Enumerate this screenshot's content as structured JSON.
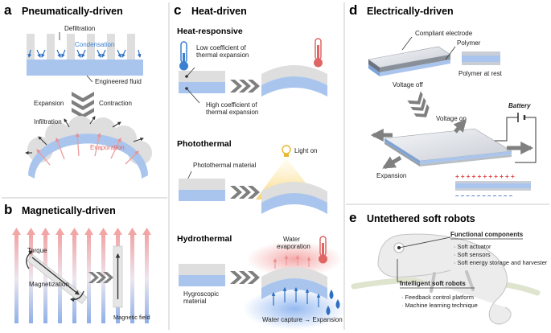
{
  "panels": {
    "a": {
      "letter": "a",
      "title": "Pneumatically-driven",
      "labels": {
        "defiltration": "Defiltration",
        "condensation": "Condensation",
        "engineered_fluid": "Engineered fluid",
        "expansion": "Expansion",
        "contraction": "Contraction",
        "infiltration": "Infiltration",
        "evaporation": "Evaporation"
      }
    },
    "b": {
      "letter": "b",
      "title": "Magnetically-driven",
      "labels": {
        "torque": "Torque",
        "magnetization": "Magnetization",
        "magnetic_field": "Magnetic field"
      }
    },
    "c": {
      "letter": "c",
      "title": "Heat-driven",
      "heat_responsive": {
        "heading": "Heat-responsive",
        "low_cte": [
          "Low coefficient of",
          "thermal expansion"
        ],
        "high_cte": [
          "High coefficient of",
          "thermal expansion"
        ]
      },
      "photothermal": {
        "heading": "Photothermal",
        "light_on": "Light on",
        "material": "Photothermal material"
      },
      "hydrothermal": {
        "heading": "Hydrothermal",
        "water_evaporation": [
          "Water",
          "evaporation"
        ],
        "hygroscopic": [
          "Hygroscopic",
          "material"
        ],
        "water_capture": "Water capture → Expansion"
      }
    },
    "d": {
      "letter": "d",
      "title": "Electrically-driven",
      "labels": {
        "compliant_electrode": "Compliant electrode",
        "polymer": "Polymer",
        "polymer_at_rest": "Polymer at rest",
        "voltage_off": "Voltage off",
        "voltage_on": "Voltage on",
        "battery": "Battery",
        "expansion": "Expansion"
      },
      "charges": {
        "positive": "+ + + + + + + + + + +",
        "negative": "– – – – – – – – – – –"
      }
    },
    "e": {
      "letter": "e",
      "title": "Untethered soft robots",
      "functional": {
        "heading": "Functional components",
        "items": [
          "Soft actuator",
          "Soft sensors",
          "Soft energy storage and harvester"
        ]
      },
      "intelligent": {
        "heading": "Intelligent soft robots",
        "items": [
          "Feedback control platform",
          "Machine learning technique"
        ]
      }
    }
  },
  "colors": {
    "blue_layer": "#a9c5ee",
    "gray_layer": "#d9d9d9",
    "red_arrow": "#ec9a9a",
    "blue_arrow": "#3a7fd0",
    "chevron": "#7f7f7f"
  }
}
